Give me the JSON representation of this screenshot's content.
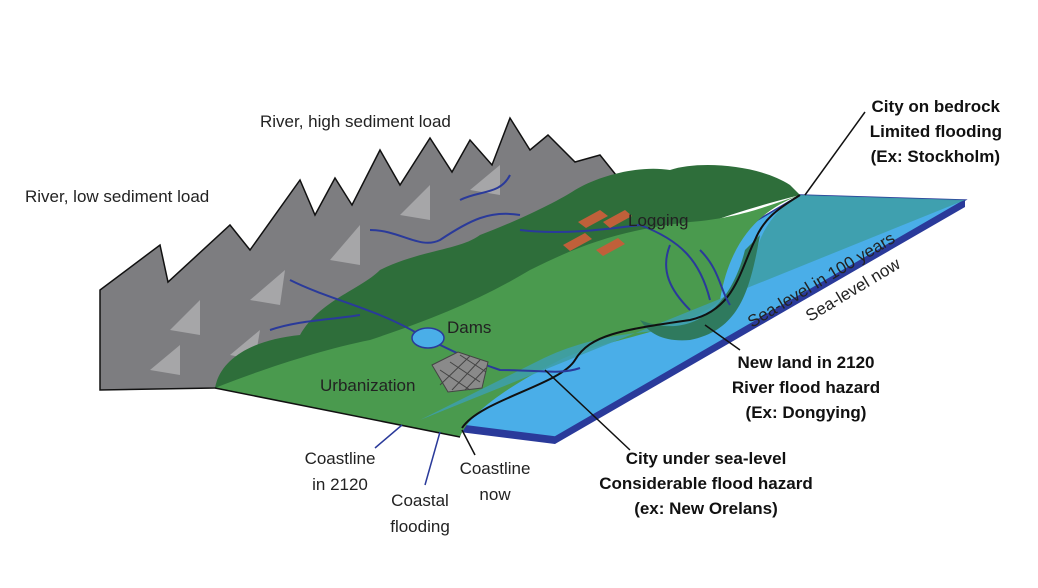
{
  "labels": {
    "river_high": "River, high sediment load",
    "river_low": "River, low sediment load",
    "logging": "Logging",
    "dams": "Dams",
    "urbanization": "Urbanization",
    "sea_level_100": "Sea-level in 100 years",
    "sea_level_now": "Sea-level now",
    "coastline_2120": [
      "Coastline",
      "in 2120"
    ],
    "coastal_flooding": [
      "Coastal",
      "flooding"
    ],
    "coastline_now": [
      "Coastline",
      "now"
    ]
  },
  "callouts": {
    "bedrock": [
      "City on bedrock",
      "Limited flooding",
      "(Ex: Stockholm)"
    ],
    "new_land": [
      "New land in 2120",
      "River flood hazard",
      "(Ex: Dongying)"
    ],
    "below_sea": [
      "City under sea-level",
      "Considerable flood hazard",
      "(ex: New Orelans)"
    ]
  },
  "colors": {
    "mountain": "#7d7d80",
    "forest": "#2e6e3a",
    "land": "#4a9a4e",
    "sea": "#4aaee8",
    "future_sea": "#3e9ea8",
    "river": "#2a3a9a",
    "logging": "#c0603a"
  }
}
